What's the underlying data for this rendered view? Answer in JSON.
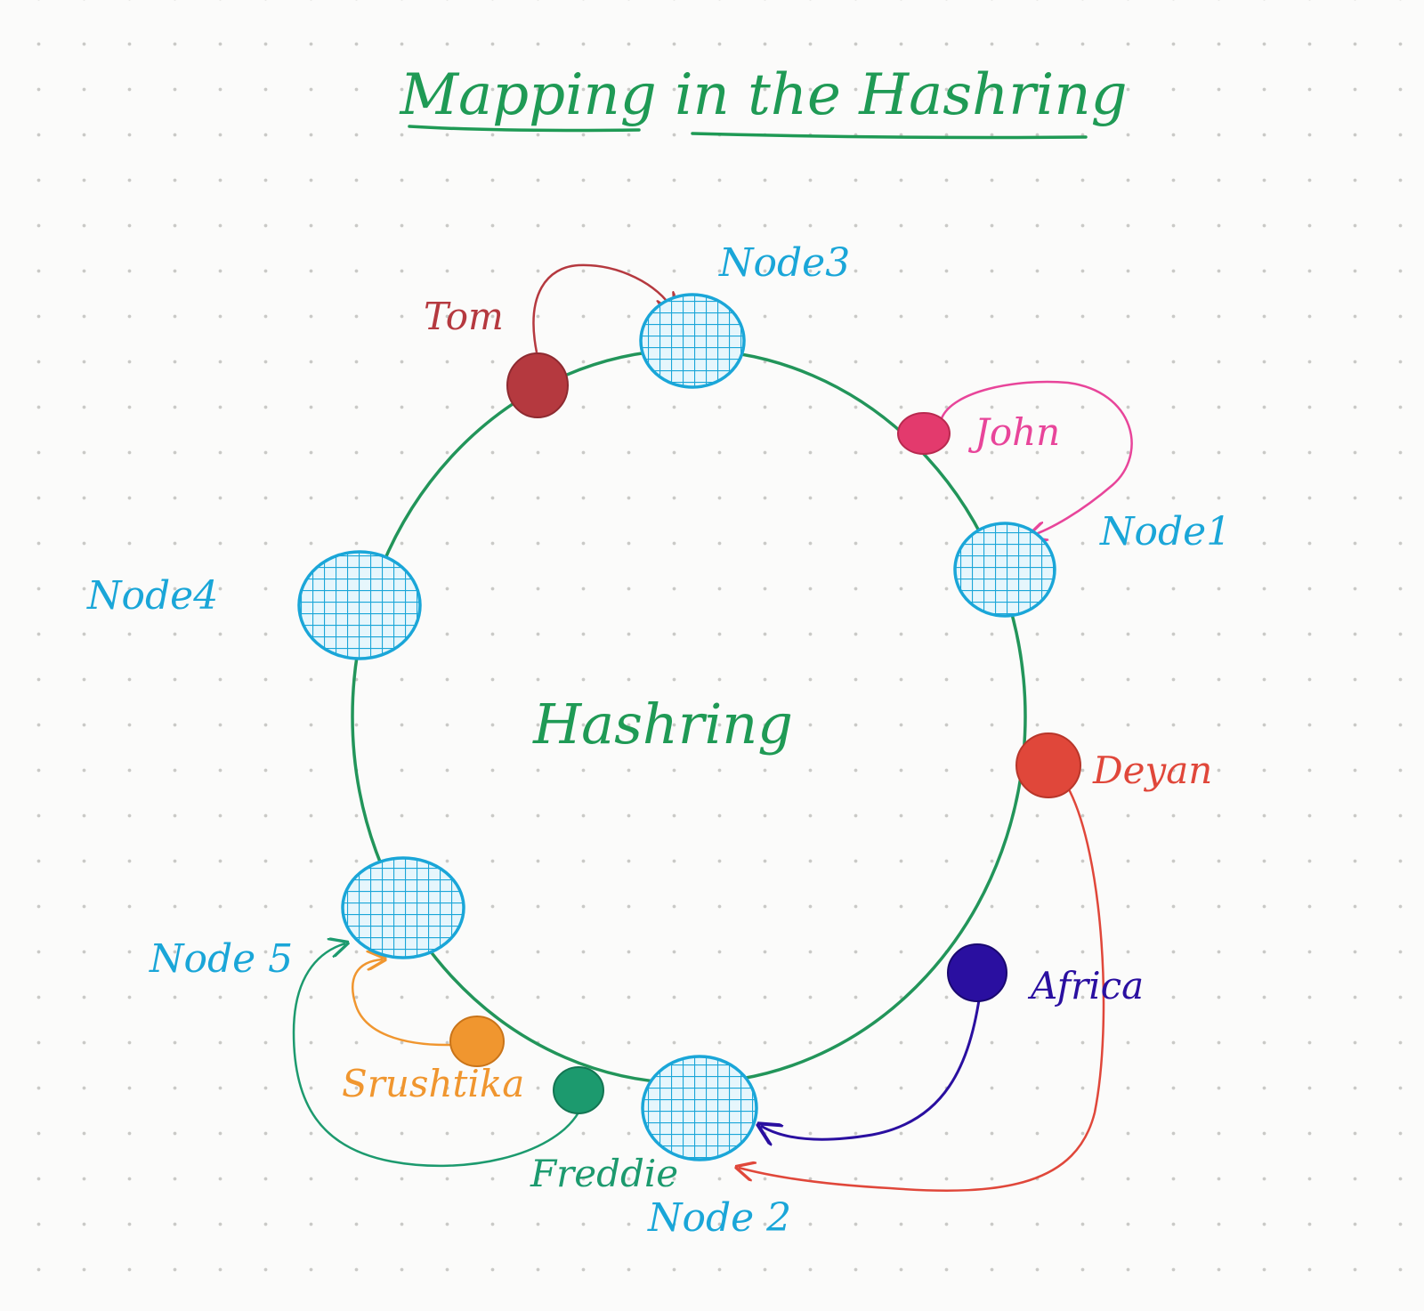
{
  "title": "Mapping in the Hashring",
  "ring_label": "Hashring",
  "colors": {
    "ring": "#22955a",
    "title": "#1f9a55",
    "node": "#1aa6d8",
    "tom": "#b5393f",
    "john": "#e8459a",
    "deyan": "#e0473a",
    "africa": "#2a0fa0",
    "srushtika": "#f0962f",
    "freddie": "#1c9a6e"
  },
  "nodes": [
    {
      "label": "Node1"
    },
    {
      "label": "Node 2"
    },
    {
      "label": "Node3"
    },
    {
      "label": "Node4"
    },
    {
      "label": "Node 5"
    }
  ],
  "keys": [
    {
      "label": "Tom",
      "maps_to": "Node3"
    },
    {
      "label": "John",
      "maps_to": "Node1"
    },
    {
      "label": "Deyan",
      "maps_to": "Node 2"
    },
    {
      "label": "Africa",
      "maps_to": "Node 2"
    },
    {
      "label": "Srushtika",
      "maps_to": "Node 5"
    },
    {
      "label": "Freddie",
      "maps_to": "Node 5"
    }
  ]
}
